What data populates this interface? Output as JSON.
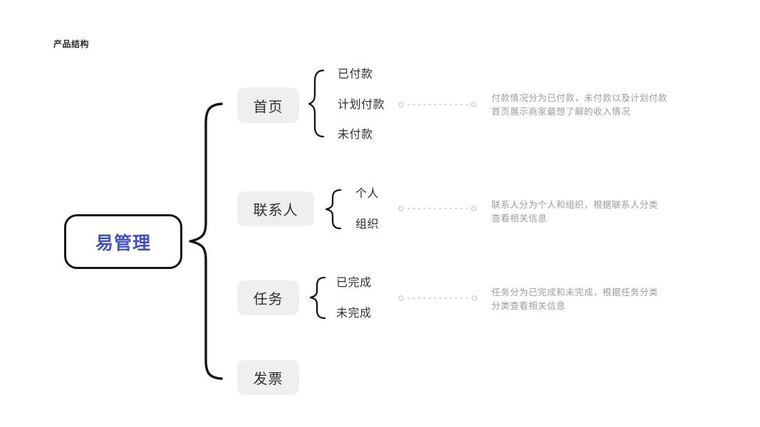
{
  "page": {
    "title": "产品结构"
  },
  "colors": {
    "root_text": "#4150c8",
    "node_background": "#efefef",
    "node_text": "#2f2f2f",
    "annotation_text": "#9c9c9c",
    "dotted_line": "#c9c9c9",
    "brace_stroke": "#141414"
  },
  "root": {
    "label": "易管理"
  },
  "branches": [
    {
      "label": "首页",
      "children": [
        "已付款",
        "计划付款",
        "未付款"
      ],
      "annotation": [
        "付款情况分为已付款，未付款以及计划付款",
        "首页展示商家最想了解的收入情况"
      ]
    },
    {
      "label": "联系人",
      "children": [
        "个人",
        "组织"
      ],
      "annotation": [
        "联系人分为个人和组织，根据联系人分类",
        "查看相关信息"
      ]
    },
    {
      "label": "任务",
      "children": [
        "已完成",
        "未完成"
      ],
      "annotation": [
        "任务分为已完成和未完成，根据任务分类",
        "分类查看相关信息"
      ]
    },
    {
      "label": "发票",
      "children": [],
      "annotation": []
    }
  ]
}
